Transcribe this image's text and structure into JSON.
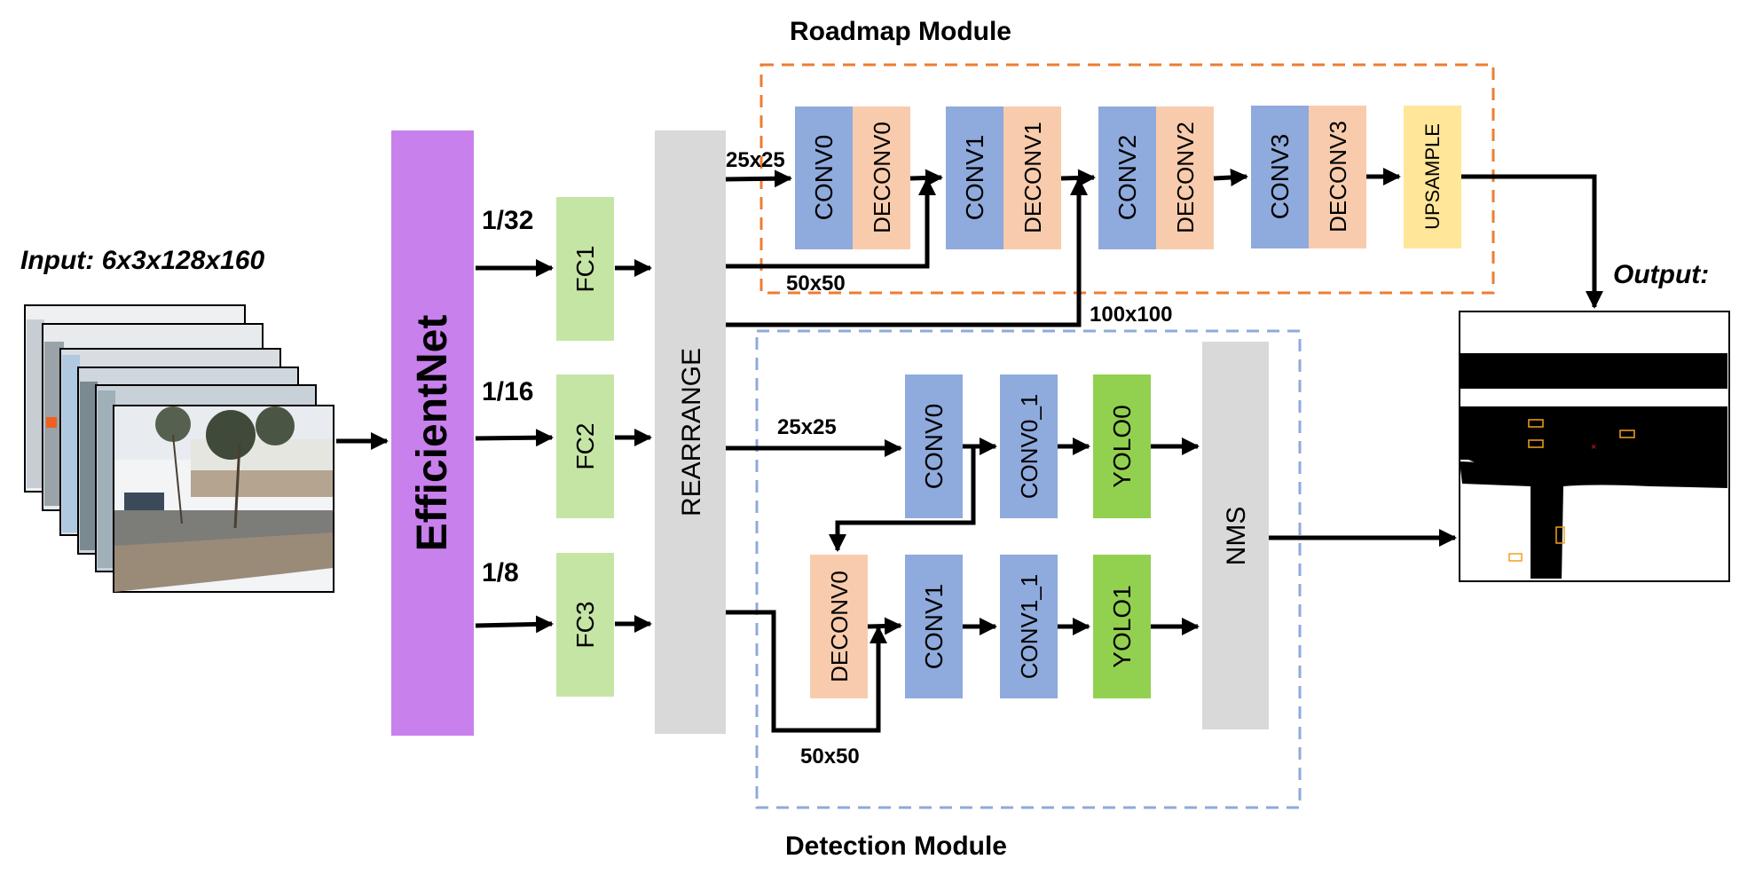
{
  "input_label": "Input: 6x3x128x160",
  "output_label": "Output:",
  "backbone": "EfficientNet",
  "scales": [
    "1/32",
    "1/16",
    "1/8"
  ],
  "fc": [
    "FC1",
    "FC2",
    "FC3"
  ],
  "rearrange": "REARRANGE",
  "roadmap": {
    "title": "Roadmap Module",
    "conv": [
      "CONV0",
      "CONV1",
      "CONV2",
      "CONV3"
    ],
    "deconv": [
      "DECONV0",
      "DECONV1",
      "DECONV2",
      "DECONV3"
    ],
    "upsample": "UPSAMPLE",
    "size_25": "25x25",
    "size_50": "50x50",
    "size_100": "100x100"
  },
  "detection": {
    "title": "Detection Module",
    "conv0": "CONV0",
    "conv0_1": "CONV0_1",
    "yolo0": "YOLO0",
    "deconv0": "DECONV0",
    "conv1": "CONV1",
    "conv1_1": "CONV1_1",
    "yolo1": "YOLO1",
    "nms": "NMS",
    "size_25": "25x25",
    "size_50": "50x50"
  },
  "colors": {
    "backbone": "#c880ec",
    "fc": "#c5e5a5",
    "rearrange": "#d9d9d9",
    "conv": "#8faadc",
    "deconv": "#f8cbad",
    "upsample": "#ffe699",
    "yolo": "#92d050",
    "nms": "#d9d9d9",
    "roadmap_border": "#ed7d31",
    "detection_border": "#8faadc"
  }
}
